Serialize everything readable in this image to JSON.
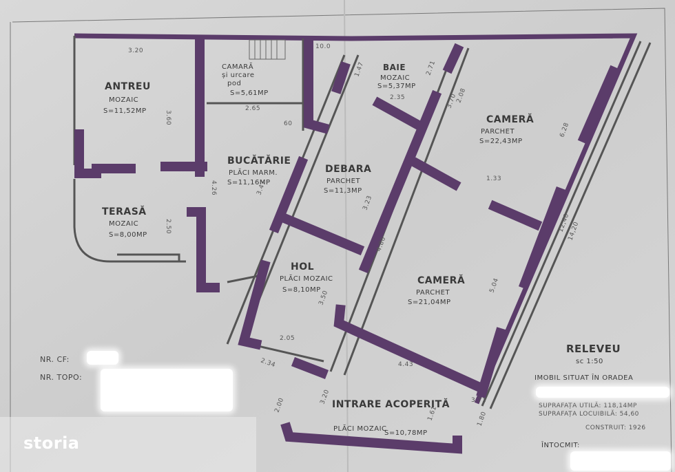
{
  "plan": {
    "rooms": {
      "antreu": {
        "name": "ANTREU",
        "floor": "MOZAIC",
        "area": "S=11,52MP"
      },
      "camara": {
        "name1": "CAMARĂ",
        "name2": "și urcare",
        "name3": "pod",
        "area": "S=5,61MP"
      },
      "baie": {
        "name": "BAIE",
        "floor": "MOZAIC",
        "area": "S=5,37MP"
      },
      "camera1": {
        "name": "CAMERĂ",
        "floor": "PARCHET",
        "area": "S=22,43MP"
      },
      "bucatarie": {
        "name": "BUCĂTĂRIE",
        "floor": "PLĂCI MARM.",
        "area": "S=11,16MP"
      },
      "debara": {
        "name": "DEBARA",
        "floor": "PARCHET",
        "area": "S=11,3MP"
      },
      "terasa": {
        "name": "TERASĂ",
        "floor": "MOZAIC",
        "area": "S=8,00MP"
      },
      "hol": {
        "name": "HOL",
        "floor": "PLĂCI MOZAIC",
        "area": "S=8,10MP"
      },
      "camera2": {
        "name": "CAMERĂ",
        "floor": "PARCHET",
        "area": "S=21,04MP"
      },
      "intrare": {
        "name": "INTRARE ACOPERITĂ",
        "floor": "PLĂCI MOZAIC",
        "area": "S=10,78MP"
      }
    },
    "dims": [
      "3.20",
      "3.60",
      "2.50",
      "2.65",
      "4.26",
      "3.47",
      "1.47",
      "2.71",
      "2.35",
      "3.70",
      "2.08",
      "6.28",
      "1.33",
      "3.23",
      "4.86",
      "12,40",
      "14,20",
      "5.04",
      "4.43",
      "2.05",
      "2.34",
      "3.50",
      "3.20",
      "2.00",
      "1.61",
      "1.80",
      "3.71",
      "60",
      "10.0"
    ],
    "stamp": {
      "title": "RELEVEU",
      "scale": "sc 1:50",
      "address": "IMOBIL SITUAT ÎN ORADEA",
      "area_useful": "SUPRAFAȚA UTILĂ: 118,14MP",
      "area_living": "SUPRAFAȚA LOCUIBILĂ: 54,60",
      "built": "CONSTRUIT: 1926",
      "author": "ÎNTOCMIT:"
    },
    "nr_cf": "NR. CF:",
    "nr_topo": "NR. TOPO:"
  },
  "brand": {
    "logo": "storia"
  },
  "colors": {
    "paper": "#d4d4d4",
    "wall": "#5b3c6a",
    "ink": "#3a3a3a"
  }
}
